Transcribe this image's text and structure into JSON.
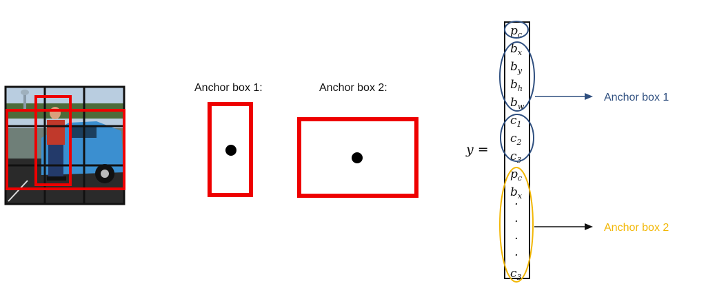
{
  "anchor_box_1": {
    "label": "Anchor box 1:"
  },
  "anchor_box_2": {
    "label": "Anchor box 2:"
  },
  "vector": {
    "lhs": "y =",
    "entries": [
      {
        "base": "p",
        "sub": "c"
      },
      {
        "base": "b",
        "sub": "x"
      },
      {
        "base": "b",
        "sub": "y"
      },
      {
        "base": "b",
        "sub": "h"
      },
      {
        "base": "b",
        "sub": "w"
      },
      {
        "base": "c",
        "sub": "1"
      },
      {
        "base": "c",
        "sub": "2"
      },
      {
        "base": "c",
        "sub": "3"
      },
      {
        "base": "p",
        "sub": "c"
      },
      {
        "base": "b",
        "sub": "x"
      },
      {
        "base": "·",
        "sub": ""
      },
      {
        "base": "·",
        "sub": ""
      },
      {
        "base": "·",
        "sub": ""
      },
      {
        "base": "·",
        "sub": ""
      },
      {
        "base": "c",
        "sub": "3"
      }
    ]
  },
  "annotations": {
    "anchor1": "Anchor box 1",
    "anchor2": "Anchor box 2"
  },
  "colors": {
    "box_red": "#ee0000",
    "anchor1_blue": "#2f4f7f",
    "anchor2_yellow": "#f2b705"
  }
}
